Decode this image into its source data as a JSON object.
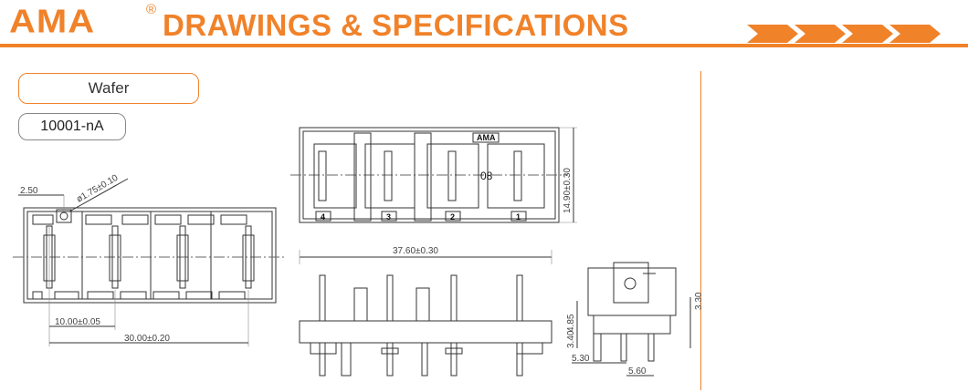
{
  "header": {
    "logo": "AMA",
    "registered": "®",
    "title": "DRAWINGS & SPECIFICATIONS"
  },
  "product": {
    "category": "Wafer",
    "part_number": "10001-nA"
  },
  "colors": {
    "accent": "#f0822a",
    "line": "#333333"
  },
  "drawing": {
    "dimensions": {
      "d_2_50": "2.50",
      "d_hole": "ø1.75±0.10",
      "d_pitch": "10.00±0.05",
      "d_span": "30.00±0.20",
      "d_length": "37.60±0.30",
      "d_height": "14.90±0.30",
      "d_3_30": "3.30",
      "d_4_85": "4.85",
      "d_3_40": "3.40",
      "d_5_30": "5.30",
      "d_5_60": "5.60"
    },
    "brand_mark": "AMA",
    "circuits": "08",
    "pin_labels": [
      "4",
      "3",
      "2",
      "1"
    ]
  }
}
